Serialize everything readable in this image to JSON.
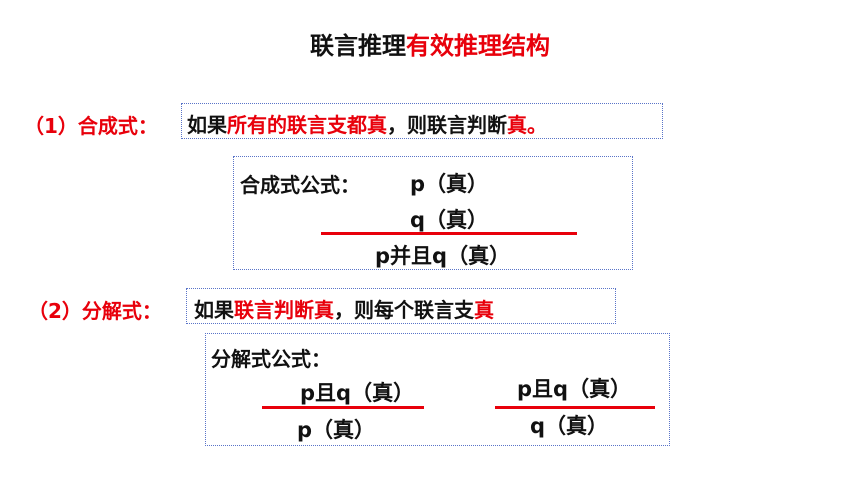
{
  "title": {
    "black": "联言推理",
    "red": "有效推理结构"
  },
  "section1": {
    "label": "（1）合成式：",
    "rule": {
      "p1": "如果",
      "r1": "所有的联言支都真",
      "p2": "，则联言判断",
      "r2": "真。"
    },
    "formula": {
      "label": "合成式公式：",
      "premise1": "p（真）",
      "premise2": "q（真）",
      "conclusion": "p并且q（真）"
    }
  },
  "section2": {
    "label": "（2）分解式：",
    "rule": {
      "p1": "如果",
      "r1": "联言判断真",
      "p2": "，则每个联言支",
      "r2": "真"
    },
    "formula": {
      "label": "分解式公式：",
      "left": {
        "premise": "p且q（真）",
        "conclusion": "p（真）"
      },
      "right": {
        "premise": "p且q（真）",
        "conclusion": "q（真）"
      }
    }
  },
  "colors": {
    "accent_red": "#e8000b",
    "box_border": "#5a74c8",
    "text": "#111111"
  }
}
